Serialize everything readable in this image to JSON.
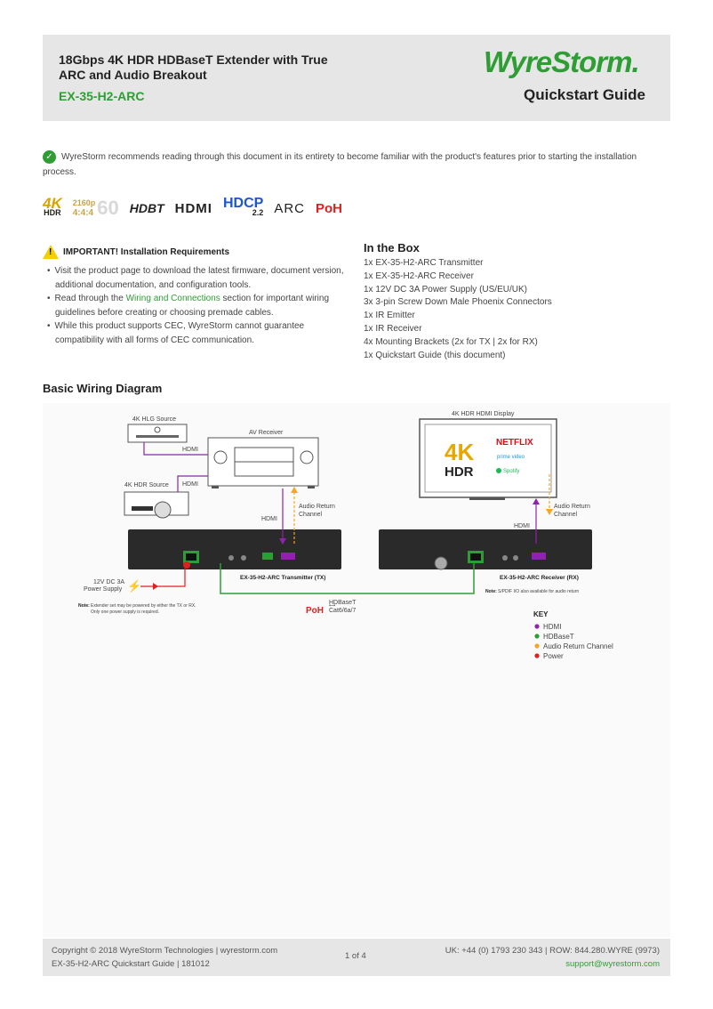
{
  "header": {
    "title": "18Gbps 4K HDR HDBaseT Extender with True ARC and Audio Breakout",
    "model": "EX-35-H2-ARC",
    "logo": "WyreStorm.",
    "guide": "Quickstart Guide"
  },
  "intro": "WyreStorm recommends reading through this document in its entirety to become familiar with the product's features prior to starting the installation process.",
  "badges": {
    "hdr_4k": "4K",
    "hdr_label": "HDR",
    "res": "2160p",
    "chroma": "4:4:4",
    "fps": "60",
    "hdbt": "HDBT",
    "hdmi": "HDMI",
    "hdcp": "HDCP",
    "hdcp_ver": "2.2",
    "arc": "ARC",
    "poh": "PoH"
  },
  "important": {
    "title": "IMPORTANT! Installation Requirements",
    "items": [
      "Visit the product page to download the latest firmware, document version, additional documentation, and configuration tools.",
      "Read through the",
      "While this product supports CEC, WyreStorm cannot guarantee compatibility with all forms of CEC communication."
    ],
    "link": "Wiring and Connections",
    "item2_rest": "section for important wiring guidelines before creating or choosing premade cables."
  },
  "in_box": {
    "title": "In the Box",
    "items": [
      "1x EX-35-H2-ARC Transmitter",
      "1x EX-35-H2-ARC Receiver",
      "1x 12V DC 3A Power Supply (US/EU/UK)",
      "3x 3-pin Screw Down Male Phoenix Connectors",
      "1x IR Emitter",
      "1x IR Receiver",
      "4x Mounting Brackets (2x for TX | 2x for RX)",
      "1x Quickstart Guide (this document)"
    ]
  },
  "wiring": {
    "title": "Basic Wiring Diagram",
    "hlg_source": "4K HLG Source",
    "hdr_source": "4K HDR Source",
    "av_receiver": "AV Receiver",
    "display": "4K HDR HDMI Display",
    "hdmi": "HDMI",
    "arc_line1": "Audio Return",
    "arc_line2": "Channel",
    "tx_label": "EX-35-H2-ARC Transmitter (TX)",
    "rx_label": "EX-35-H2-ARC Receiver (RX)",
    "psu_line1": "12V DC 3A",
    "psu_line2": "Power Supply",
    "note_bold": "Note:",
    "note_text": "Extender set may be powered by either the TX or RX.",
    "note_text2": "Only one power supply is required.",
    "rx_note_bold": "Note:",
    "rx_note_text": "S/PDIF I/O also available for audio return",
    "hdbaset_line1": "HDBaseT",
    "hdbaset_line2": "Cat6/6a/7",
    "poh": "PoH",
    "screen_4k": "4K",
    "screen_hdr": "HDR",
    "netflix": "NETFLIX",
    "prime": "prime video",
    "spotify": "Spotify",
    "key_title": "KEY",
    "key_items": [
      "HDMI",
      "HDBaseT",
      "Audio Return Channel",
      "Power"
    ]
  },
  "colors": {
    "brand_green": "#2e9e34",
    "hdmi": "#8e24aa",
    "hdbaset": "#2e9e34",
    "arc": "#f5a623",
    "power": "#e02020"
  },
  "footer": {
    "copyright": "Copyright © 2018 WyreStorm Technologies | wyrestorm.com",
    "doc": "EX-35-H2-ARC Quickstart Guide | 181012",
    "page": "1 of 4",
    "phone": "UK: +44 (0) 1793 230 343 | ROW: 844.280.WYRE (9973)",
    "email": "support@wyrestorm.com"
  }
}
